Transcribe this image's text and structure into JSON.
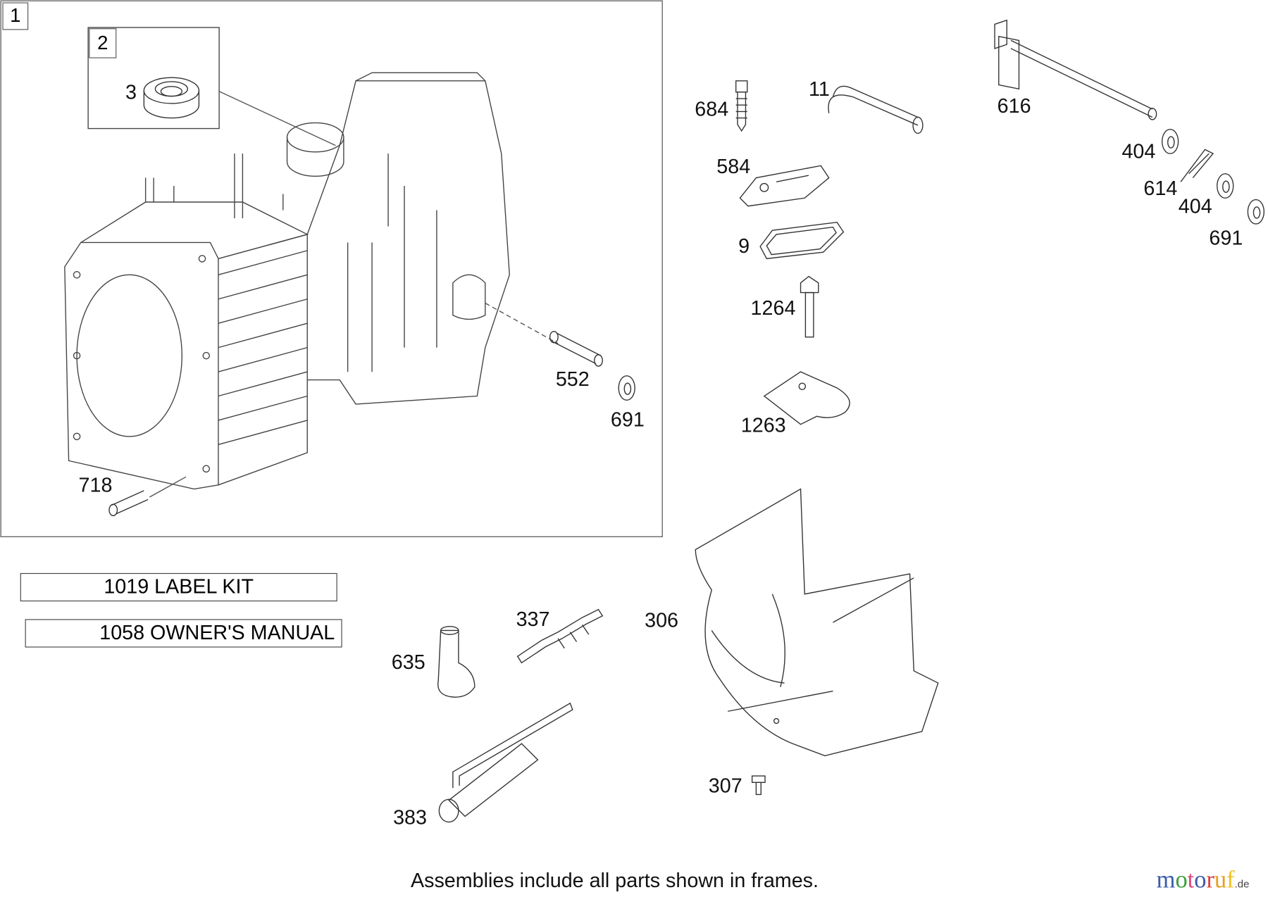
{
  "frames": [
    {
      "id": "1",
      "label": "1"
    },
    {
      "id": "2",
      "label": "2"
    }
  ],
  "callouts": {
    "p3": "3",
    "p684": "684",
    "p11": "11",
    "p616": "616",
    "p404a": "404",
    "p614": "614",
    "p404b": "404",
    "p691a": "691",
    "p584": "584",
    "p9": "9",
    "p1264": "1264",
    "p1263": "1263",
    "p552": "552",
    "p691b": "691",
    "p718": "718",
    "p337": "337",
    "p306": "306",
    "p635": "635",
    "p307": "307",
    "p383": "383"
  },
  "kits": [
    {
      "label": "1019 LABEL KIT"
    },
    {
      "label": "1058 OWNER'S MANUAL"
    }
  ],
  "footer_note": "Assemblies include all parts shown in frames.",
  "watermark": {
    "text": "motoruf",
    "suffix": ".de",
    "colors": [
      "#3b5ba9",
      "#3aa03a",
      "#e0457b",
      "#3b5ba9",
      "#e04040",
      "#e8a020",
      "#f0c020"
    ]
  }
}
